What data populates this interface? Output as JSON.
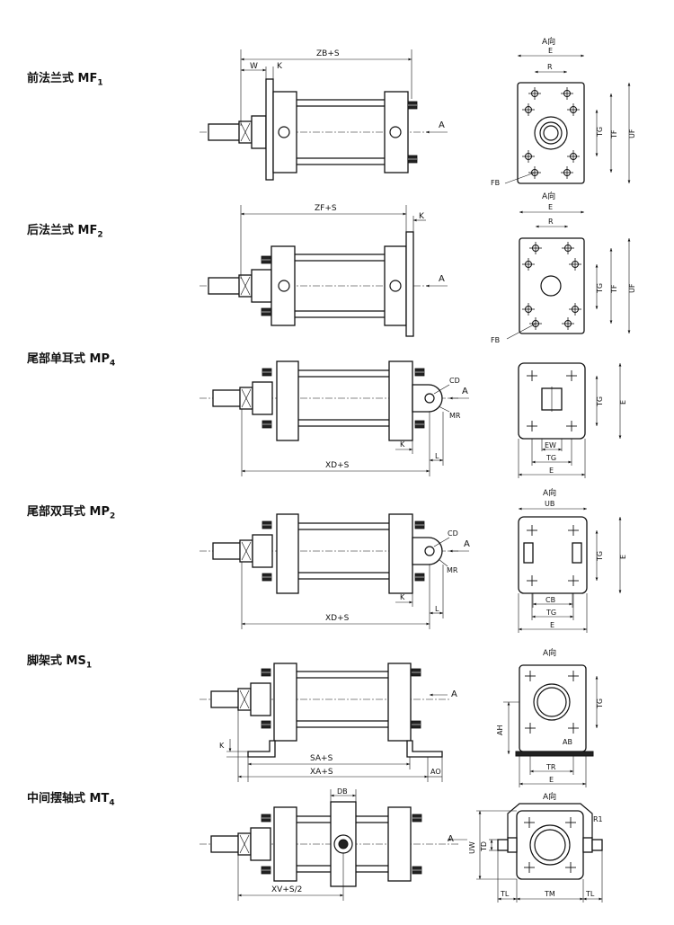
{
  "labels": {
    "mf1": {
      "main": "前法兰式 MF",
      "sub": "1"
    },
    "mf2": {
      "main": "后法兰式 MF",
      "sub": "2"
    },
    "mp4": {
      "main": "尾部单耳式 MP",
      "sub": "4"
    },
    "mp2": {
      "main": "尾部双耳式 MP",
      "sub": "2"
    },
    "ms1": {
      "main": "脚架式 MS",
      "sub": "1"
    },
    "mt4": {
      "main": "中间摆轴式 MT",
      "sub": "4"
    }
  },
  "dims": {
    "view_a": "A向",
    "arrow_a": "A",
    "zb_s": "ZB+S",
    "zf_s": "ZF+S",
    "xd_s": "XD+S",
    "sa_s": "SA+S",
    "xa_s": "XA+S",
    "xv_s2": "XV+S/2",
    "w": "W",
    "k": "K",
    "l": "L",
    "e": "E",
    "r": "R",
    "tg": "TG",
    "tf": "TF",
    "uf": "UF",
    "fb": "FB",
    "cd": "CD",
    "mr": "MR",
    "ew": "EW",
    "ub": "UB",
    "cb": "CB",
    "ah": "AH",
    "ab": "AB",
    "tr": "TR",
    "ao": "AO",
    "db": "DB",
    "uw": "UW",
    "td": "TD",
    "r1": "R1",
    "tl": "TL",
    "tm": "TM"
  }
}
